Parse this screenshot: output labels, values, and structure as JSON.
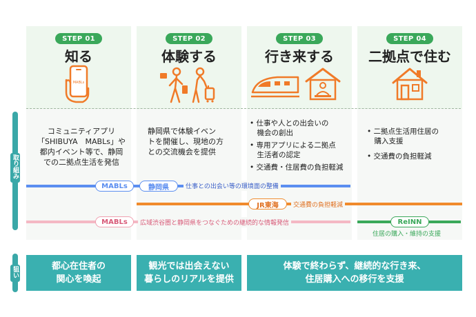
{
  "steps": [
    {
      "badge": "STEP 01",
      "title": "知る"
    },
    {
      "badge": "STEP 02",
      "title": "体験する"
    },
    {
      "badge": "STEP 03",
      "title": "行き来する"
    },
    {
      "badge": "STEP 04",
      "title": "二拠点で住む"
    }
  ],
  "phone_label": "MABLs",
  "row_labels": {
    "torikumi": "取り組み",
    "nerai": "狙い"
  },
  "activities": {
    "step1": [
      "コミュニティアプリ",
      "「SHIBUYA　MABLs」や",
      "都内イベント等で、静岡",
      "での二拠点生活を発信"
    ],
    "step2": [
      "静岡県で体験イベン",
      "トを開催し、現地の方",
      "との交流機会を提供"
    ],
    "step3": [
      [
        "• 仕事や人との出会いの",
        "　機会の創出"
      ],
      [
        "• 専用アプリによる二拠点",
        "　生活者の認定"
      ],
      [
        "• 交通費・住居費の負担軽減"
      ]
    ],
    "step4": [
      [
        "• 二拠点生活用住居の",
        "　購入支援"
      ],
      [
        "• 交通費の負担軽減"
      ]
    ]
  },
  "lines": {
    "blue": {
      "pill1": "MABLs",
      "pill2": "静岡県",
      "text": "仕事との出会い等の環境面の整備",
      "color": "#5b8ef0"
    },
    "orange": {
      "pill": "JR東海",
      "text": "交通費の負担軽減",
      "color": "#f08a2c"
    },
    "pink": {
      "pill": "MABLs",
      "text": "広域渋谷圏と静岡県をつなぐための継続的な情報発信",
      "color": "#f4b8c4"
    },
    "green": {
      "pill": "ReINN",
      "text": "住居の購入・維持の支援",
      "color": "#3aa85a"
    }
  },
  "goals": [
    [
      "都心在住者の",
      "関心を喚起"
    ],
    [
      "観光では出会えない",
      "暮らしのリアルを提供"
    ],
    [
      "体験で終わらず、継続的な行き来、",
      "住居購入への移行を支援"
    ]
  ],
  "colors": {
    "step_green": "#3aa85a",
    "teal": "#3ab0b0",
    "icon_orange": "#f07a28"
  }
}
